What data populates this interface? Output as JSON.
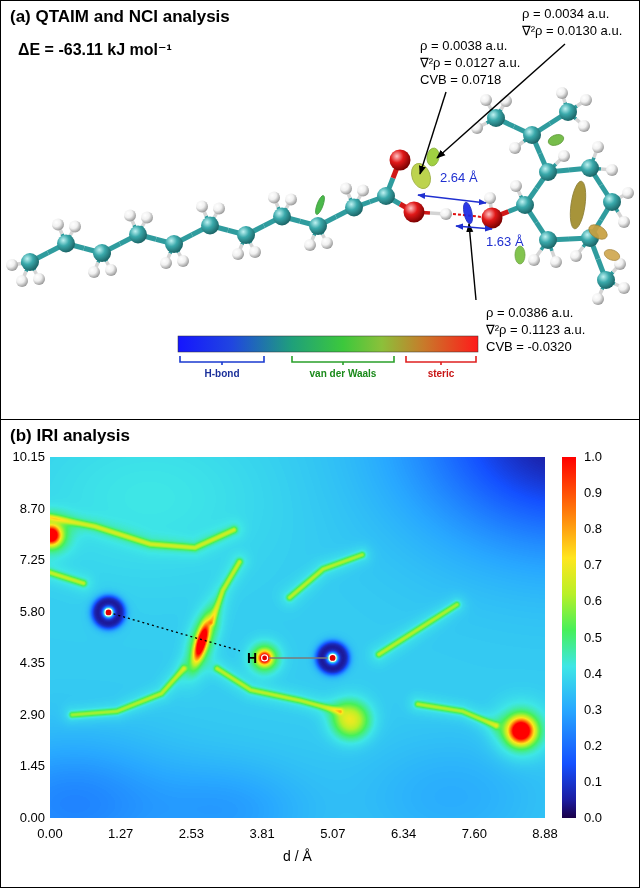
{
  "diagram": {
    "nodes": [
      {
        "text": [
          "(a) QTAIM and NCI analysis"
        ]
      },
      {
        "text": [
          "(b) IRI analysis"
        ]
      }
    ],
    "labels": [
      "ΔE = -63.11 kJ mol⁻¹",
      "ρ = 0.0038 a.u.",
      "∇²ρ = 0.0127 a.u.",
      "CVB = 0.0718",
      "ρ = 0.0034 a.u.",
      "∇²ρ = 0.0130 a.u.",
      "2.64 Å",
      "1.63 Å",
      "ρ = 0.0386 a.u.",
      "∇²ρ = 0.1123 a.u.",
      "CVB = -0.0320",
      "H-bond",
      "van der Waals",
      "steric",
      "10.15",
      "8.70",
      "7.25",
      "5.80",
      "4.35",
      "2.90",
      "1.45",
      "0.00",
      "0.00",
      "1.27",
      "2.53",
      "3.81",
      "5.07",
      "6.34",
      "7.60",
      "8.88",
      "d / Å",
      "1.0",
      "0.9",
      "0.8",
      "0.7",
      "0.6",
      "0.5",
      "0.4",
      "0.3",
      "0.2",
      "0.1",
      "0.0",
      "H"
    ]
  }
}
